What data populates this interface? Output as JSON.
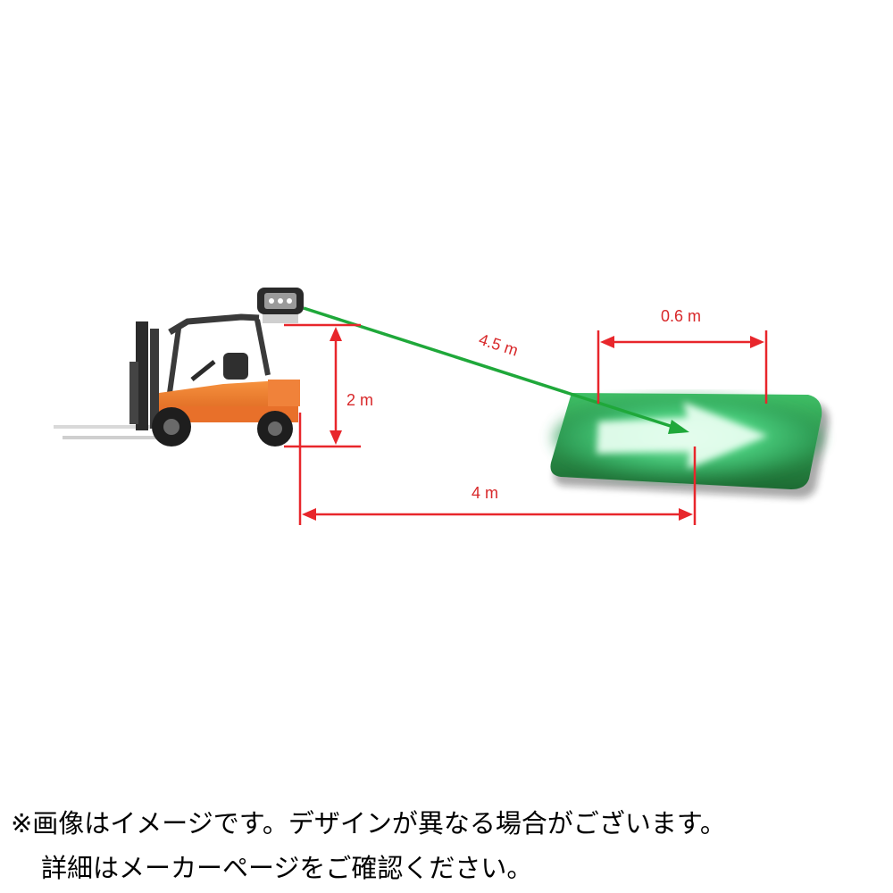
{
  "dimensions": {
    "beam_length": "4.5 m",
    "projection_width": "0.6 m",
    "mount_height": "2 m",
    "projection_distance": "4 m"
  },
  "colors": {
    "dimension_line": "#e8262b",
    "beam": "#1fa83a",
    "projection_glow": "#27e27a",
    "forklift_body": "#f07a2a",
    "forklift_dark": "#2b2b2b"
  },
  "icons": {
    "forklift": "forklift-illustration",
    "lamp": "led-spotlight-icon",
    "projection": "arrow-projection"
  },
  "disclaimer": {
    "line1": "※画像はイメージです。デザインが異なる場合がございます。",
    "line2": "詳細はメーカーページをご確認ください。"
  }
}
